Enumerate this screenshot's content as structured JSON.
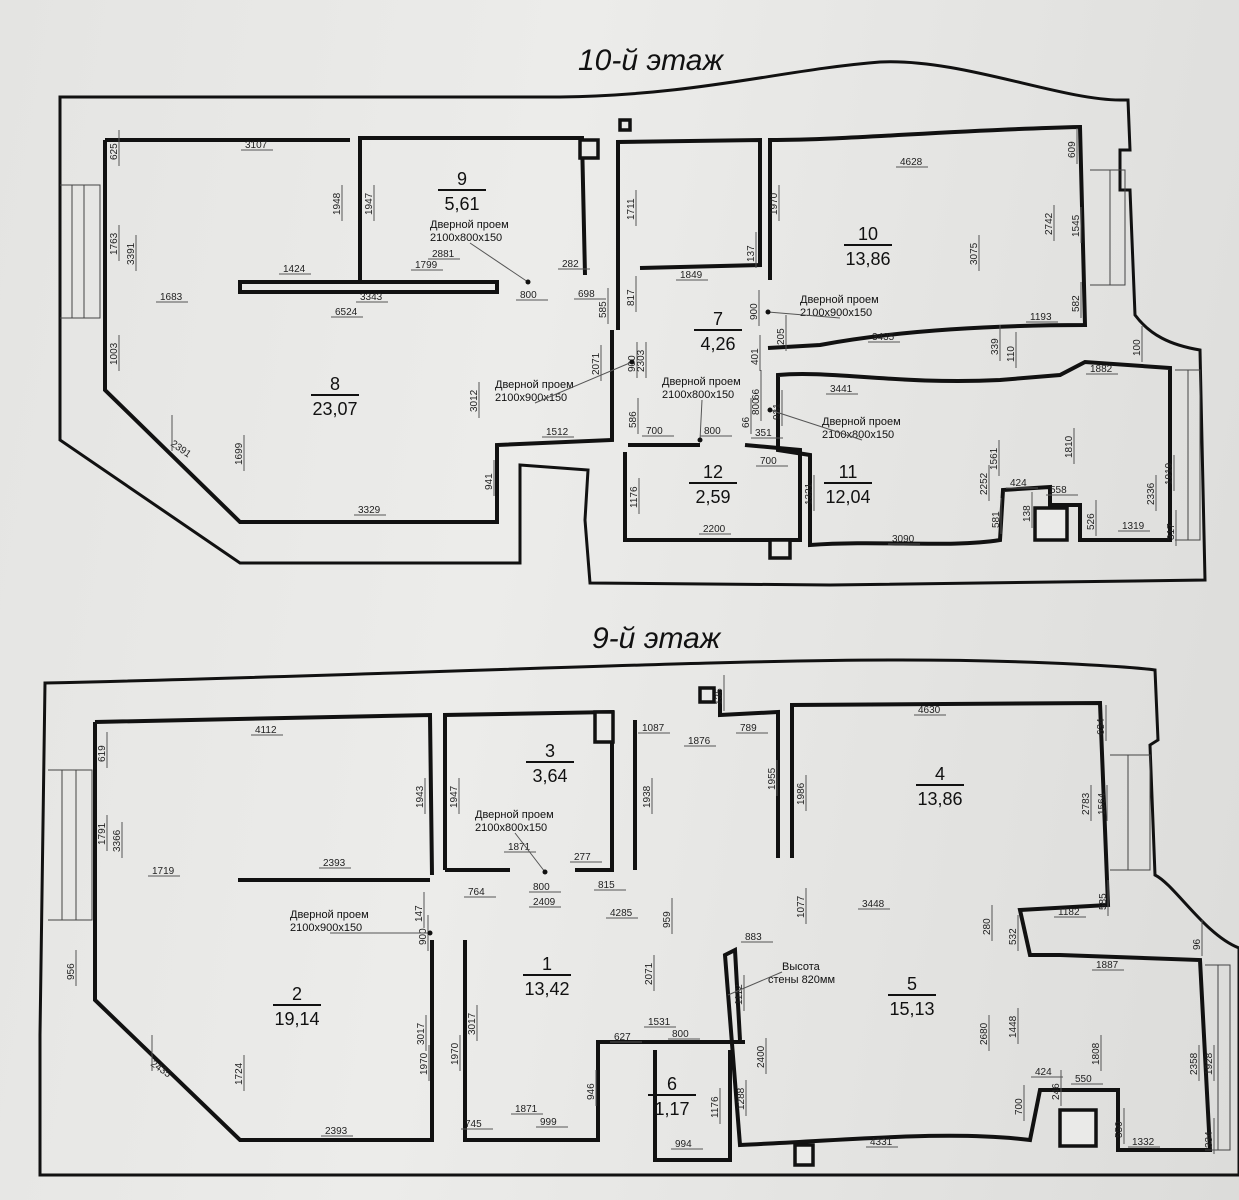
{
  "floors": [
    {
      "title": "10-й этаж",
      "rooms": [
        {
          "no": "8",
          "area": "23,07"
        },
        {
          "no": "9",
          "area": "5,61"
        },
        {
          "no": "10",
          "area": "13,86"
        },
        {
          "no": "7",
          "area": "4,26"
        },
        {
          "no": "12",
          "area": "2,59"
        },
        {
          "no": "11",
          "area": "12,04"
        }
      ],
      "doors": [
        {
          "label": "Дверной проем",
          "size": "2100x800x150"
        },
        {
          "label": "Дверной проем",
          "size": "2100x900x150"
        },
        {
          "label": "Дверной проем",
          "size": "2100x900x150"
        },
        {
          "label": "Дверной проем",
          "size": "2100x800x150"
        },
        {
          "label": "Дверной проем",
          "size": "2100x800x150"
        }
      ],
      "dims": [
        "3107",
        "625",
        "1948",
        "1947",
        "1763",
        "3391",
        "1424",
        "1799",
        "2881",
        "282",
        "1683",
        "3343",
        "800",
        "698",
        "6524",
        "585",
        "817",
        "1711",
        "1970",
        "137",
        "1849",
        "4628",
        "609",
        "3075",
        "2742",
        "1545",
        "582",
        "1193",
        "3435",
        "900",
        "205",
        "401",
        "339",
        "110",
        "100",
        "1003",
        "2071",
        "900",
        "2303",
        "3441",
        "1882",
        "66",
        "800",
        "931",
        "3012",
        "1699",
        "2391",
        "1512",
        "586",
        "700",
        "800",
        "66",
        "351",
        "700",
        "1561",
        "2252",
        "1810",
        "2336",
        "1919",
        "941",
        "1176",
        "1321",
        "424",
        "558",
        "581",
        "138",
        "526",
        "1319",
        "317",
        "3329",
        "2200",
        "3090"
      ]
    },
    {
      "title": "9-й этаж",
      "rooms": [
        {
          "no": "1",
          "area": "13,42"
        },
        {
          "no": "2",
          "area": "19,14"
        },
        {
          "no": "3",
          "area": "3,64"
        },
        {
          "no": "4",
          "area": "13,86"
        },
        {
          "no": "5",
          "area": "15,13"
        },
        {
          "no": "6",
          "area": "1,17"
        }
      ],
      "doors": [
        {
          "label": "Дверной проем",
          "size": "2100x800x150"
        },
        {
          "label": "Дверной проем",
          "size": "2100x900x150"
        }
      ],
      "note": {
        "line1": "Высота",
        "line2": "стены 820мм"
      },
      "dims": [
        "4112",
        "619",
        "1943",
        "1947",
        "1791",
        "3366",
        "1719",
        "2393",
        "1871",
        "277",
        "764",
        "800",
        "815",
        "2409",
        "4285",
        "147",
        "900",
        "959",
        "1938",
        "1955",
        "1986",
        "1087",
        "1876",
        "789",
        "135",
        "4630",
        "634",
        "2783",
        "1564",
        "3448",
        "1077",
        "1182",
        "585",
        "280",
        "532",
        "96",
        "1887",
        "883",
        "1112",
        "956",
        "3017",
        "3017",
        "1970",
        "1970",
        "2071",
        "1531",
        "627",
        "800",
        "2680",
        "1448",
        "1808",
        "2358",
        "1928",
        "1724",
        "2435",
        "2400",
        "1288",
        "946",
        "1176",
        "424",
        "550",
        "246",
        "700",
        "1871",
        "745",
        "999",
        "994",
        "4331",
        "550",
        "1332",
        "334",
        "2393"
      ]
    }
  ]
}
